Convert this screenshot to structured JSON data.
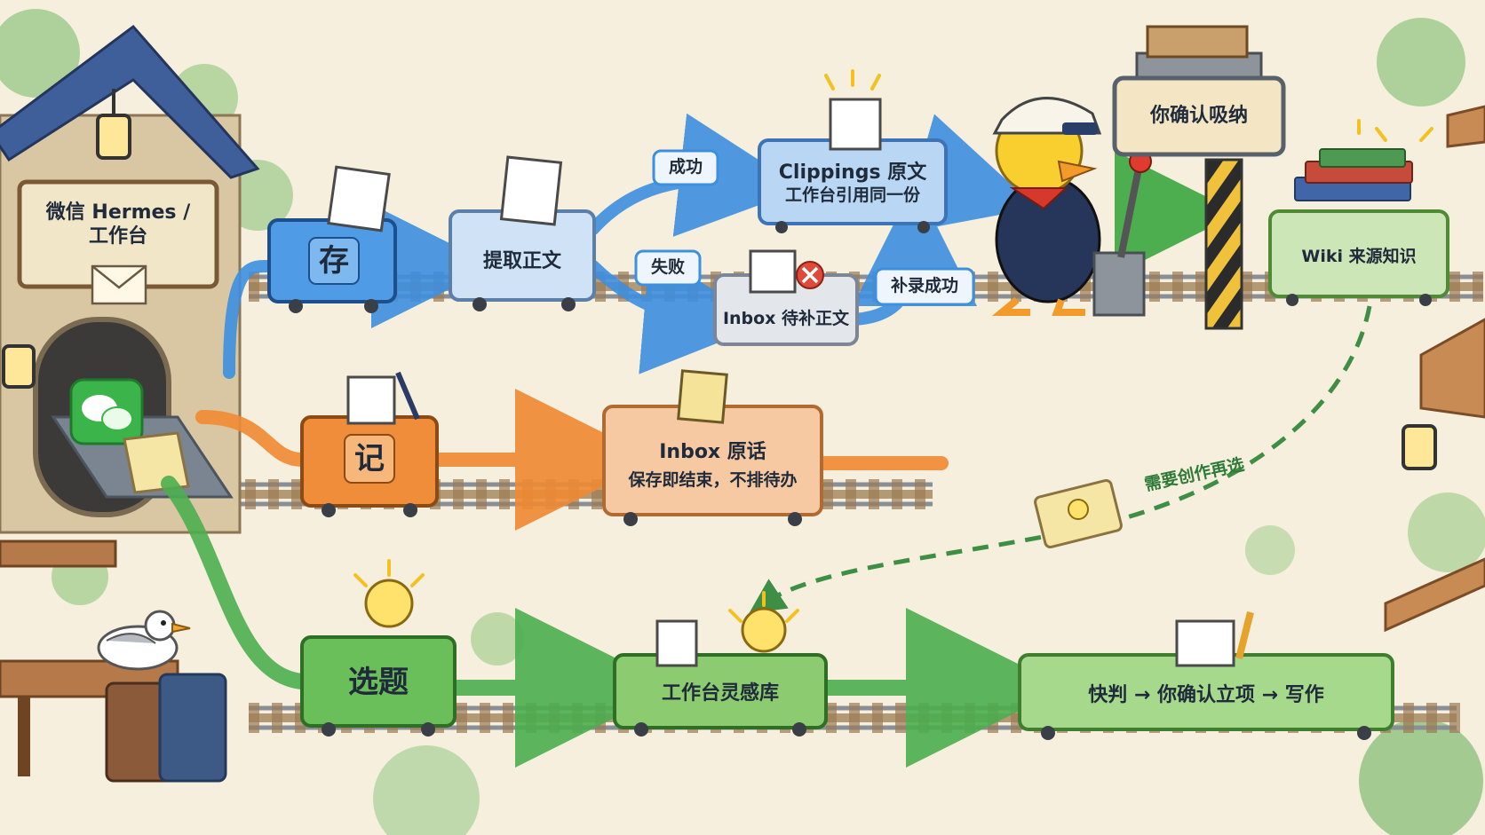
{
  "colors": {
    "background": "#f6efde",
    "blue_flow": "#3d8fe0",
    "orange_flow": "#ef8a33",
    "green_flow": "#4cae4f",
    "dashed_link": "#3e8e46"
  },
  "station": {
    "sign": "微信 Hermes / 工作台",
    "icons": [
      "envelope-icon",
      "wechat-icon",
      "lantern-icon"
    ]
  },
  "rows": {
    "save": {
      "cart": "存",
      "extract": "提取正文",
      "success_tag": "成功",
      "fail_tag": "失败",
      "clippings_title": "Clippings 原文",
      "clippings_sub": "工作台引用同一份",
      "inbox_pending": "Inbox 待补正文",
      "backfill_tag": "补录成功",
      "confirm_sign": "你确认吸纳",
      "wiki": "Wiki 来源知识"
    },
    "note": {
      "cart": "记",
      "inbox_title": "Inbox 原话",
      "inbox_sub": "保存即结束，不排待办"
    },
    "topic": {
      "cart": "选题",
      "library": "工作台灵感库",
      "final": "快判 → 你确认立项 → 写作",
      "dashed_label": "需要创作再选"
    }
  },
  "characters": [
    "duck-conductor",
    "seagull"
  ]
}
